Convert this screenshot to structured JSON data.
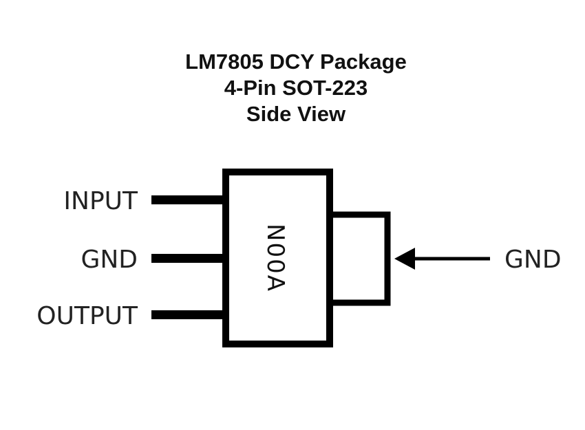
{
  "title": {
    "line1": "LM7805 DCY Package",
    "line2": "4-Pin SOT-223",
    "line3": "Side View"
  },
  "package": {
    "marking": "N00A"
  },
  "pins": {
    "left": [
      {
        "label": "INPUT"
      },
      {
        "label": "GND"
      },
      {
        "label": "OUTPUT"
      }
    ],
    "tab": {
      "label": "GND"
    }
  },
  "colors": {
    "line": "#000000",
    "text": "#222222",
    "background": "#ffffff"
  }
}
